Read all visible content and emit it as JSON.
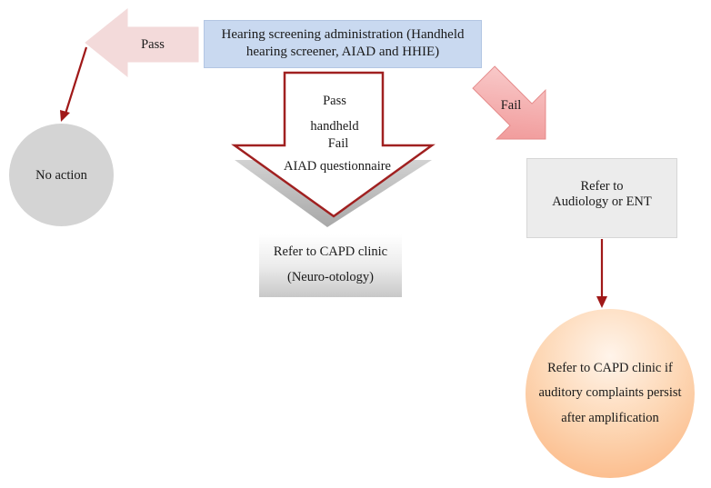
{
  "top_box": {
    "line1": "Hearing screening administration (Handheld",
    "line2": "hearing screener, AIAD and HHIE)"
  },
  "pass_arrow": {
    "label": "Pass"
  },
  "fail_arrow": {
    "label": "Fail"
  },
  "down_arrow": {
    "line1": "Pass",
    "line2": "handheld",
    "line3": "Fail",
    "line4": "AIAD questionnaire"
  },
  "no_action": {
    "label": "No action"
  },
  "capd_box": {
    "line1": "Refer to CAPD clinic",
    "line2": "(Neuro-otology)"
  },
  "audiology_box": {
    "line1": "Refer  to",
    "line2": "Audiology or ENT"
  },
  "final_circle": {
    "line1": "Refer to CAPD clinic if",
    "line2": "auditory complaints persist",
    "line3": "after amplification"
  },
  "colors": {
    "top_box": "#c9d9f0",
    "pass_arrow": "#f3dada",
    "fail_arrow": "#f29c9c",
    "down_arrow_outline": "#a02020",
    "connector": "#a01818",
    "no_action_circle": "#d4d4d4",
    "final_circle": "#fbb27c"
  }
}
